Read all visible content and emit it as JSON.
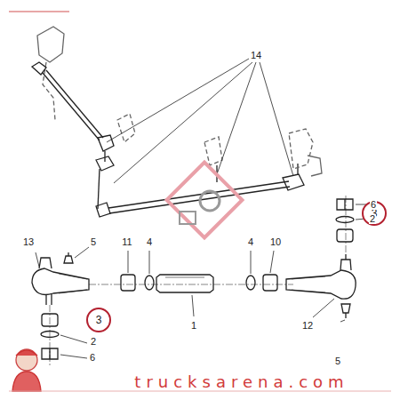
{
  "diagram": {
    "nodes": [
      {
        "text": [
          "3"
        ]
      },
      {
        "text": [
          "3"
        ]
      }
    ],
    "labels": [
      "14",
      "6",
      "2",
      "13",
      "5",
      "11",
      "4",
      "4",
      "10",
      "1",
      "12",
      "5",
      "2",
      "6",
      "trucksarena.com"
    ]
  }
}
